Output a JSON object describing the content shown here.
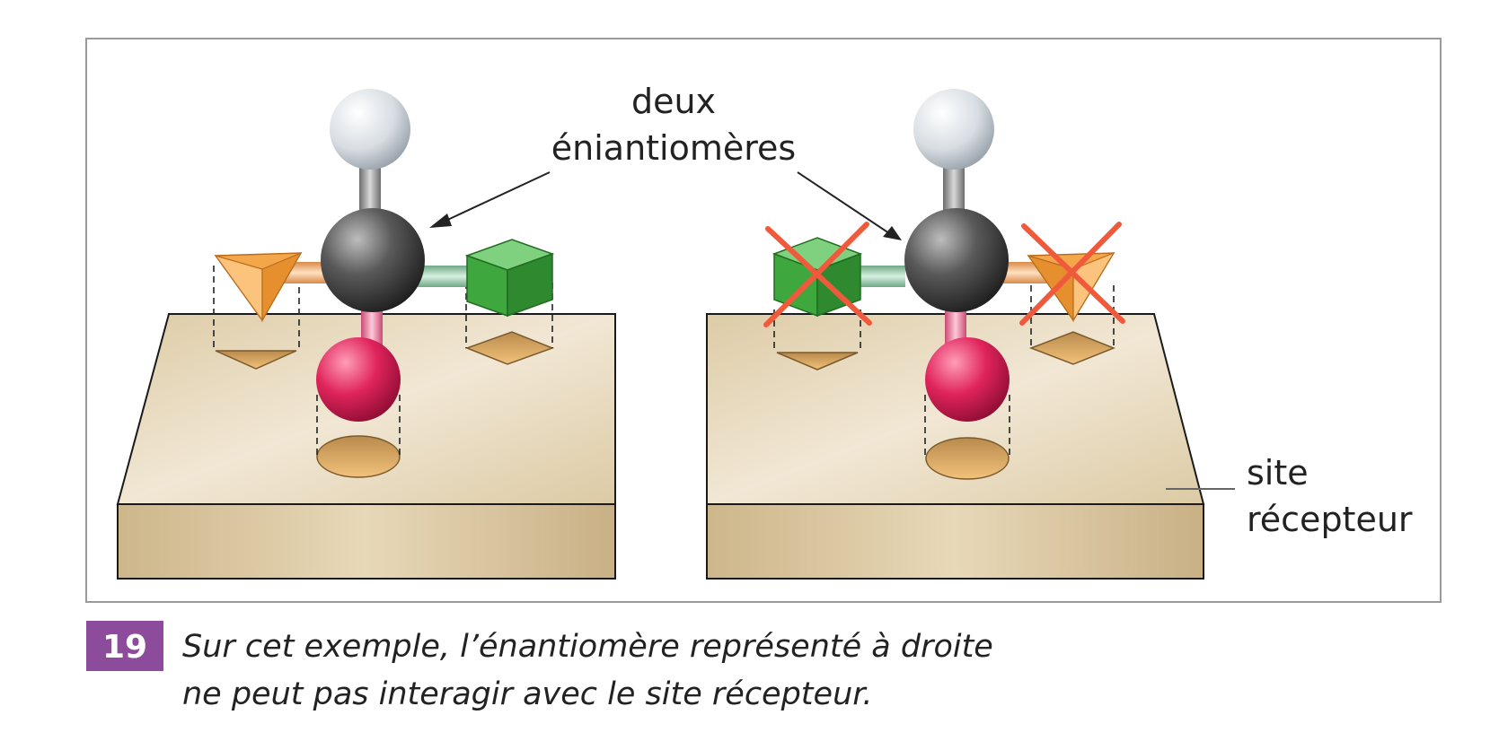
{
  "labels": {
    "enantiomers_line1": "deux",
    "enantiomers_line2": "éniantiomères",
    "receptor_line1": "site",
    "receptor_line2": "récepteur"
  },
  "caption": {
    "number": "19",
    "line1": "Sur cet exemple, l’énantiomère représenté à droite",
    "line2": "ne peut pas interagir avec le site récepteur."
  },
  "colors": {
    "number_badge": "#8d4b9b",
    "cross": "#f05a3c",
    "platform_top": "#e9dcc0",
    "platform_front": "#d8c49b",
    "hole": "#d9a867",
    "carbon": "#4a4a4a",
    "hydrogen": "#dde3e8",
    "red_group": "#e0245c",
    "green_group": "#3fae3f",
    "orange_group": "#f4a64a"
  },
  "icons": {
    "cross": "red-cross-icon"
  }
}
